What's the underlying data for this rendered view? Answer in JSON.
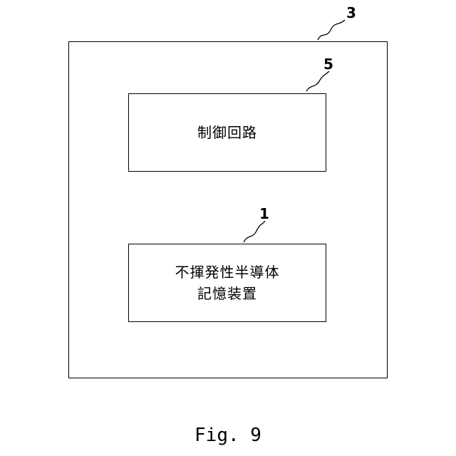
{
  "diagram": {
    "outer_box": {
      "ref": "3"
    },
    "control_circuit": {
      "ref": "5",
      "label": "制御回路"
    },
    "memory_device": {
      "ref": "1",
      "label_line1": "不揮発性半導体",
      "label_line2": "記憶装置"
    }
  },
  "caption": "Fig. 9"
}
